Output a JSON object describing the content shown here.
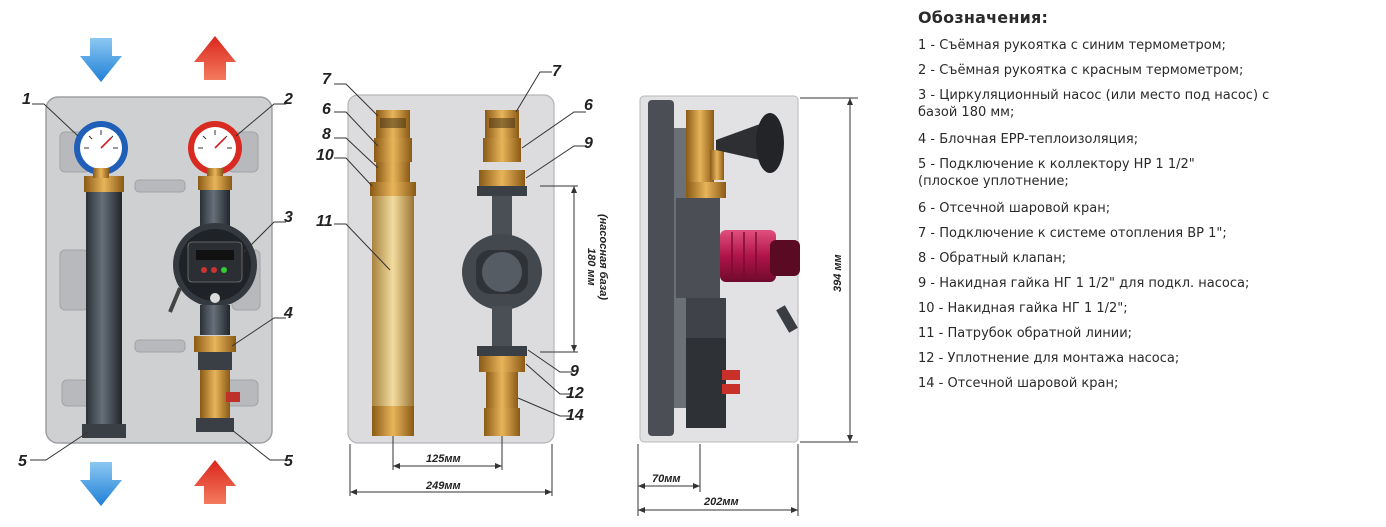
{
  "legend": {
    "title": "Обозначения:",
    "items": [
      "1 - Съёмная рукоятка с синим термометром;",
      "2 - Съёмная рукоятка с красным термометром;",
      "3 - Циркуляционный насос (или место под насос) с базой 180 мм;",
      "4 - Блочная EPP-теплоизоляция;",
      "5 - Подключение к коллектору НР 1 1/2\" (плоское уплотнение;",
      "6 - Отсечной шаровой кран;",
      "7 - Подключение к системе отопления ВР 1\";",
      "8 - Обратный клапан;",
      "9 - Накидная гайка НГ 1 1/2\" для подкл. насоса;",
      "10 - Накидная гайка НГ 1 1/2\";",
      "11 - Патрубок обратной линии;",
      "12 - Уплотнение для монтажа насоса;",
      "14 - Отсечной шаровой кран;"
    ]
  },
  "callouts": {
    "front": [
      "1",
      "2",
      "3",
      "4",
      "5",
      "5"
    ],
    "middle": [
      "7",
      "7",
      "6",
      "6",
      "8",
      "9",
      "10",
      "11",
      "9",
      "12",
      "14"
    ]
  },
  "dimensions": {
    "d125": "125мм",
    "d249": "249мм",
    "d180": "180 мм",
    "d180_note": "(насосная база)",
    "d394": "394 мм",
    "d70": "70мм",
    "d202": "202мм"
  },
  "colors": {
    "flow_in": "#2f8fe0",
    "flow_out": "#e53b2c",
    "insulation": "#cfd0d2",
    "brass": "#c98a2a",
    "pump_red": "#b0144a"
  }
}
